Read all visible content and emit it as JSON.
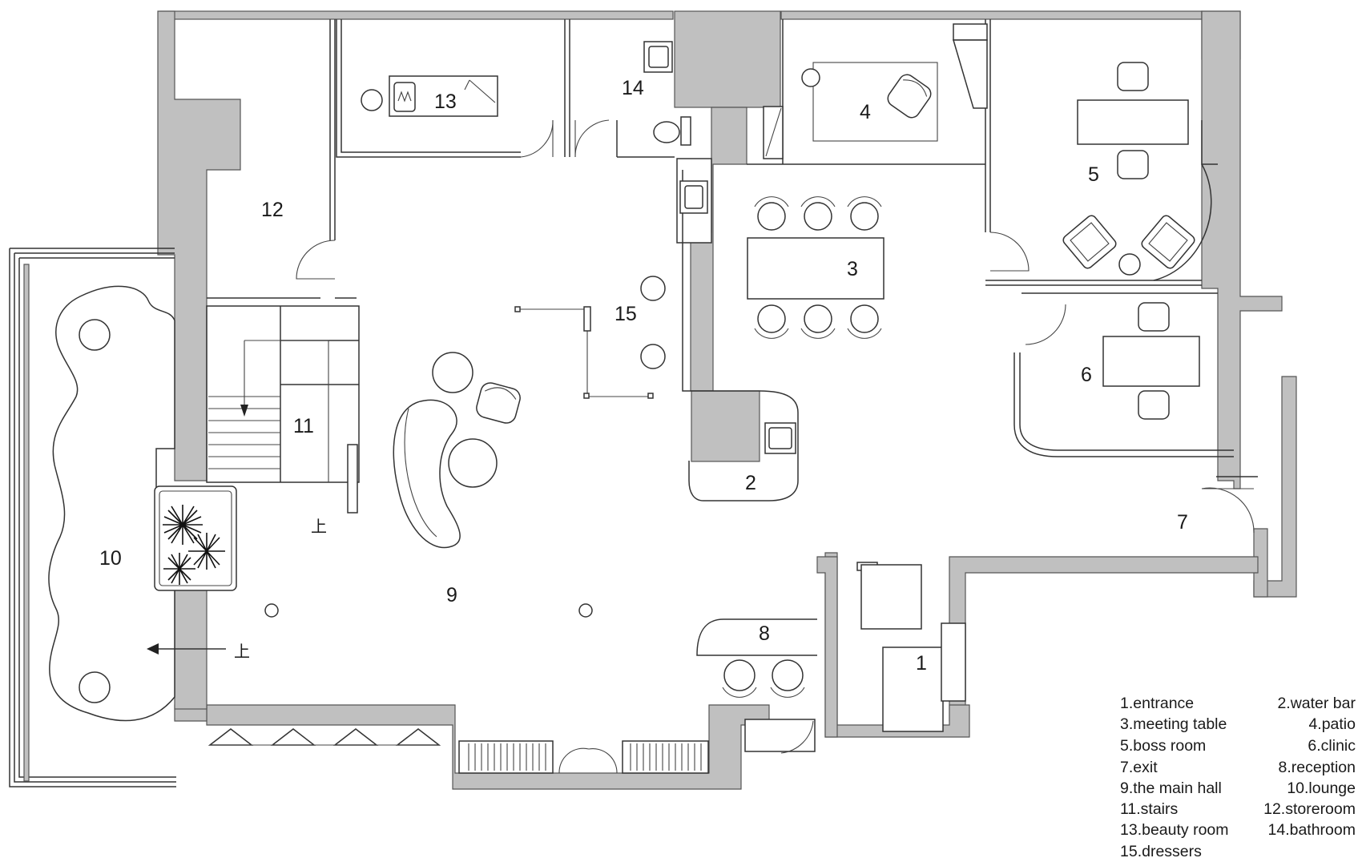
{
  "room_numbers": {
    "n1": "1",
    "n2": "2",
    "n3": "3",
    "n4": "4",
    "n5": "5",
    "n6": "6",
    "n7": "7",
    "n8": "8",
    "n9": "9",
    "n10": "10",
    "n11": "11",
    "n12": "12",
    "n13": "13",
    "n14": "14",
    "n15": "15"
  },
  "stair_up_labels": {
    "stairs": "上",
    "lounge": "上"
  },
  "legend": {
    "l1": "1.entrance",
    "l2": "2.water bar",
    "l3": "3.meeting table",
    "l4": "4.patio",
    "l5": "5.boss room",
    "l6": "6.clinic",
    "l7": "7.exit",
    "l8": "8.reception",
    "l9": "9.the main hall",
    "l10": "10.lounge",
    "l11": "11.stairs",
    "l12": "12.storeroom",
    "l13": "13.beauty room",
    "l14": "14.bathroom",
    "l15": "15.dressers"
  }
}
